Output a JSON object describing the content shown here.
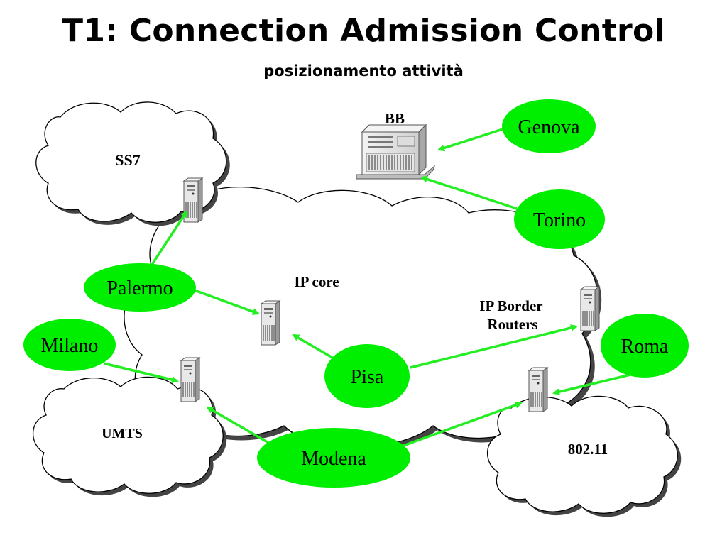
{
  "slide": {
    "title": "T1: Connection Admission Control",
    "subtitle": "posizionamento attività"
  },
  "networks": {
    "ss7": "SS7",
    "ip_core": "IP core",
    "umts": "UMTS",
    "wifi": "802.11"
  },
  "labels": {
    "bb": "BB",
    "border_routers_line1": "IP Border",
    "border_routers_line2": "Routers"
  },
  "partners": {
    "genova": "Genova",
    "torino": "Torino",
    "palermo": "Palermo",
    "milano": "Milano",
    "pisa": "Pisa",
    "roma": "Roma",
    "modena": "Modena"
  },
  "colors": {
    "partner_fill": "#00ee00",
    "arrow": "#22ee22",
    "outline": "#000000"
  }
}
